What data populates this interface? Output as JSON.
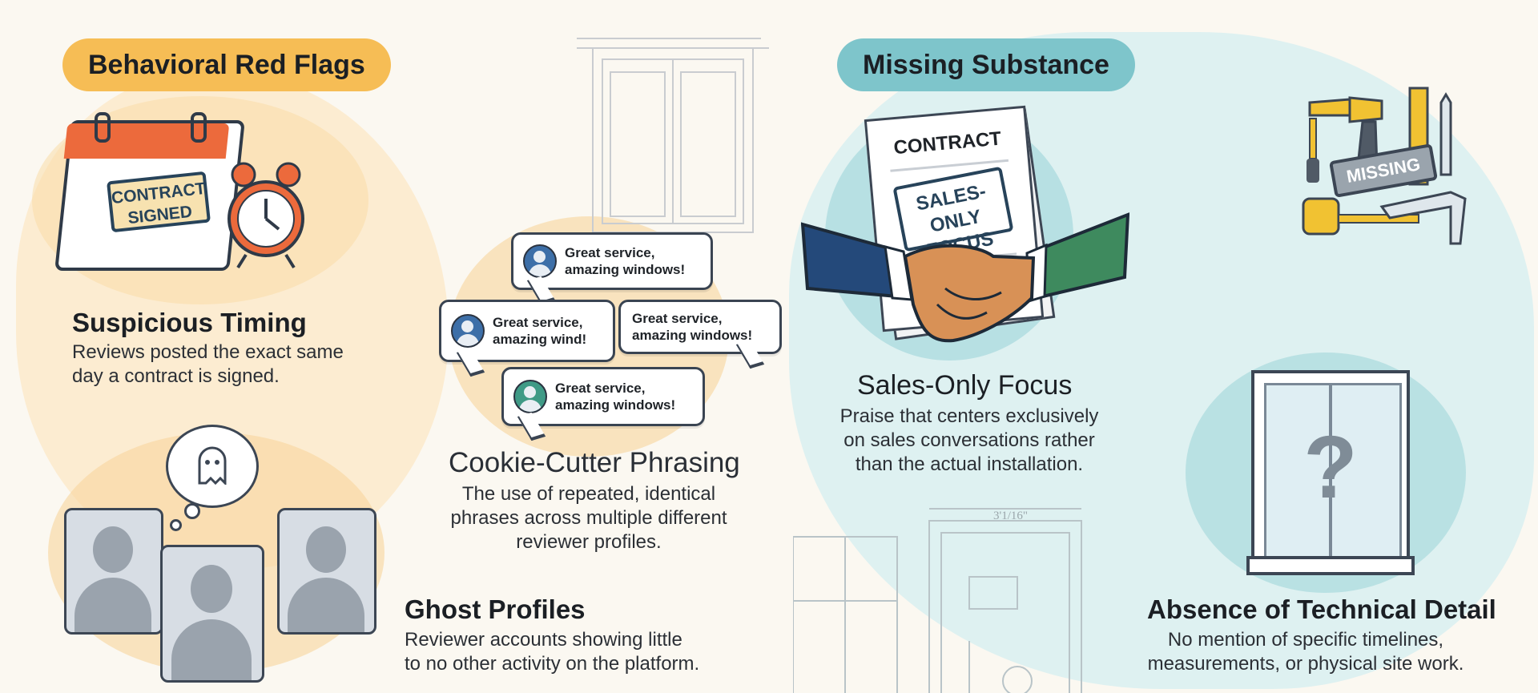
{
  "left_section": {
    "title": "Behavioral Red Flags",
    "suspicious_timing": {
      "heading": "Suspicious Timing",
      "line1": "Reviews posted the exact same",
      "line2": "day a contract is signed.",
      "calendar_stamp_line1": "CONTRACT",
      "calendar_stamp_line2": "SIGNED"
    },
    "cookie_cutter": {
      "heading": "Cookie-Cutter Phrasing",
      "line1": "The use of repeated, identical",
      "line2": "phrases across multiple different",
      "line3": "reviewer profiles.",
      "bubbles": [
        {
          "line1": "Great service,",
          "line2": "amazing windows!",
          "avatar_color": "#3d6fa8"
        },
        {
          "line1": "Great service,",
          "line2": "amazing wind!",
          "avatar_color": "#3d6fa8"
        },
        {
          "line1": "Great service,",
          "line2": "amazing windows!",
          "avatar_color": ""
        },
        {
          "line1": "Great service,",
          "line2": "amazing windows!",
          "avatar_color": "#3f9a86"
        }
      ]
    },
    "ghost_profiles": {
      "heading": "Ghost Profiles",
      "line1": "Reviewer accounts showing little",
      "line2": "to no other activity on the platform."
    }
  },
  "right_section": {
    "title": "Missing Substance",
    "sales_only": {
      "heading": "Sales-Only Focus",
      "line1": "Praise that centers exclusively",
      "line2": "on sales conversations rather",
      "line3": "than the actual installation.",
      "document_title": "CONTRACT",
      "document_stamp_line1": "SALES-ONLY",
      "document_stamp_line2": "FOCUS"
    },
    "tools_stamp": "MISSING",
    "blueprint_dimension": "3'1/16\"",
    "technical_detail": {
      "heading": "Absence of Technical Detail",
      "line1": "No mention of specific timelines,",
      "line2": "measurements, or physical site work.",
      "window_symbol": "?"
    }
  },
  "colors": {
    "left_pill": "#f6bd55",
    "right_pill": "#7ec5cb",
    "left_blob": "#fbe3ba",
    "right_blob": "#d9eff0",
    "right_circle": "#a9dadd"
  }
}
